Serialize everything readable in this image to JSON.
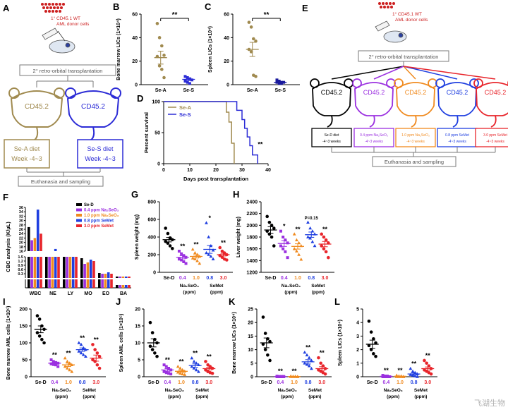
{
  "colors": {
    "seA": "#a08a4f",
    "seS": "#2c2cd6",
    "navy": "#1a1a9c",
    "seD": "#000000",
    "na04": "#9b30e0",
    "na10": "#f08a1e",
    "semet08": "#1f3fe0",
    "semet30": "#e8252b",
    "donor": "#cc1f1f",
    "gray": "#7a7a7a"
  },
  "watermark": "飞湖生物",
  "panelA": {
    "letter": "A",
    "donor_title": "1° CD45.1 WT",
    "donor_sub": "AML donor cells",
    "transplant": "2° retro-orbital transplantation",
    "mouse_left": "CD45.2",
    "mouse_right": "CD45.2",
    "diet_left_1": "Se-A diet",
    "diet_left_2": "Week -4~3",
    "diet_right_1": "Se-S diet",
    "diet_right_2": "Week -4~3",
    "euthanasia": "Euthanasia and sampling"
  },
  "panelE": {
    "letter": "E",
    "donor_title": "1° CD45.1 WT",
    "donor_sub": "AML donor cells",
    "transplant": "2° retro-orbital transplantation",
    "mice": [
      "CD45.2",
      "CD45.2",
      "CD45.2",
      "CD45.2",
      "CD45.2"
    ],
    "boxes": [
      {
        "l1": "Se-D diet",
        "l2": "-4~3 weeks"
      },
      {
        "l1": "0.4 ppm Na₂SeO₃",
        "l2": "-4~3 weeks"
      },
      {
        "l1": "1.0 ppm Na₂SeO₃",
        "l2": "-4~3 weeks"
      },
      {
        "l1": "0.8 ppm SeMet",
        "l2": "-4~3 weeks"
      },
      {
        "l1": "3.0 ppm SeMet",
        "l2": "-4~3 weeks"
      }
    ],
    "euthanasia": "Euthanasia and sampling"
  },
  "chart_data": [
    {
      "panel": "B",
      "type": "scatter",
      "ylabel": "Bone marrow LICs (1×10⁴)",
      "yticks": [
        0,
        20,
        40,
        60
      ],
      "ylim": [
        0,
        60
      ],
      "categories": [
        "Se-A",
        "Se-S"
      ],
      "sig": "**",
      "series": [
        {
          "name": "Se-A",
          "values": [
            52,
            40,
            33,
            25,
            24,
            16,
            13,
            6
          ],
          "mean": 23,
          "sem": 5.5
        },
        {
          "name": "Se-S",
          "values": [
            7,
            6,
            5,
            4,
            3,
            2,
            1
          ],
          "mean": 4.5,
          "sem": 1
        }
      ]
    },
    {
      "panel": "C",
      "type": "scatter",
      "ylabel": "Spleen LICs (1×10⁴)",
      "yticks": [
        0,
        20,
        40,
        60
      ],
      "ylim": [
        0,
        60
      ],
      "categories": [
        "Se-A",
        "Se-S"
      ],
      "sig": "**",
      "series": [
        {
          "name": "Se-A",
          "values": [
            53,
            49,
            39,
            37,
            30,
            28,
            8,
            7
          ],
          "mean": 30,
          "sem": 6
        },
        {
          "name": "Se-S",
          "values": [
            4,
            3,
            2,
            2,
            2,
            1,
            1
          ],
          "mean": 2,
          "sem": 0.5
        }
      ]
    },
    {
      "panel": "D",
      "type": "line",
      "xlabel": "Days post transplantation",
      "ylabel": "Percent survival",
      "xticks": [
        0,
        10,
        20,
        30,
        40
      ],
      "yticks": [
        0,
        50,
        100
      ],
      "xlim": [
        0,
        40
      ],
      "ylim": [
        0,
        100
      ],
      "sig": "**",
      "series": [
        {
          "name": "Se-A",
          "points": [
            [
              0,
              100
            ],
            [
              24,
              100
            ],
            [
              24,
              83
            ],
            [
              25,
              83
            ],
            [
              25,
              67
            ],
            [
              26,
              67
            ],
            [
              26,
              33
            ],
            [
              27,
              33
            ],
            [
              27,
              0
            ]
          ]
        },
        {
          "name": "Se-S",
          "points": [
            [
              0,
              100
            ],
            [
              28,
              100
            ],
            [
              28,
              86
            ],
            [
              30,
              86
            ],
            [
              30,
              71
            ],
            [
              31,
              71
            ],
            [
              31,
              57
            ],
            [
              32,
              57
            ],
            [
              32,
              43
            ],
            [
              33,
              43
            ],
            [
              33,
              29
            ],
            [
              34,
              29
            ],
            [
              34,
              14
            ],
            [
              36,
              14
            ],
            [
              36,
              0
            ]
          ]
        }
      ]
    },
    {
      "panel": "F",
      "type": "bar",
      "ylabel": "CBC analysis (K/µL)",
      "categories": [
        "WBC",
        "NE",
        "LY",
        "MO",
        "EO",
        "BA"
      ],
      "legend": [
        "Se-D",
        "0.4 ppm Na₂SeO₃",
        "1.0 ppm Na₂SeO₃",
        "0.8 ppm SeMet",
        "3.0 ppm SeMet"
      ],
      "yticks_top": [
        16,
        18,
        20,
        22,
        24,
        26,
        28,
        30,
        32,
        34,
        36
      ],
      "yticks_mid": [
        0.3,
        0.6,
        0.9,
        1.2,
        1.5
      ],
      "series": [
        {
          "name": "Se-D",
          "values": [
            27,
            14,
            11,
            1.4,
            0.35,
            0.1
          ]
        },
        {
          "name": "0.4 ppm Na₂SeO₃",
          "values": [
            21,
            12,
            10,
            1.0,
            0.3,
            0.1
          ]
        },
        {
          "name": "1.0 ppm Na₂SeO₃",
          "values": [
            22,
            13,
            9,
            1.1,
            0.3,
            0.1
          ]
        },
        {
          "name": "0.8 ppm SeMet",
          "values": [
            35,
            17,
            13,
            1.3,
            0.4,
            0.1
          ]
        },
        {
          "name": "3.0 ppm SeMet",
          "values": [
            24,
            15,
            10,
            1.2,
            0.3,
            0.1
          ]
        }
      ]
    },
    {
      "panel": "G",
      "type": "scatter",
      "ylabel": "Spleen weight (mg)",
      "yticks": [
        0,
        200,
        400,
        600,
        800
      ],
      "ylim": [
        0,
        800
      ],
      "categories": [
        "Se-D",
        "0.4",
        "1.0",
        "0.8",
        "3.0"
      ],
      "groups": [
        "Na₂SeO₃\n(ppm)",
        "SeMet\n(ppm)"
      ],
      "sigs": [
        "",
        "**",
        "**",
        "*",
        "**"
      ],
      "series": [
        {
          "name": "Se-D",
          "values": [
            500,
            440,
            390,
            370,
            350,
            330,
            300,
            270
          ],
          "mean": 370,
          "sem": 25
        },
        {
          "name": "0.4",
          "values": [
            240,
            210,
            190,
            170,
            150,
            140,
            120,
            100
          ],
          "mean": 170,
          "sem": 18
        },
        {
          "name": "1.0",
          "values": [
            260,
            220,
            200,
            180,
            160,
            150,
            130,
            100
          ],
          "mean": 180,
          "sem": 18
        },
        {
          "name": "0.8",
          "values": [
            560,
            400,
            300,
            250,
            220,
            200,
            180,
            150
          ],
          "mean": 260,
          "sem": 45
        },
        {
          "name": "3.0",
          "values": [
            280,
            240,
            220,
            200,
            190,
            170,
            150,
            140
          ],
          "mean": 200,
          "sem": 15
        }
      ]
    },
    {
      "panel": "H",
      "type": "scatter",
      "ylabel": "Liver weight (mg)",
      "yticks": [
        1200,
        1400,
        1600,
        1800,
        2000,
        2200,
        2400
      ],
      "ylim": [
        1200,
        2400
      ],
      "categories": [
        "Se-D",
        "0.4",
        "1.0",
        "0.8",
        "3.0"
      ],
      "groups": [
        "Na₂SeO₃\n(ppm)",
        "SeMet\n(ppm)"
      ],
      "sigs": [
        "",
        "*",
        "**",
        "P=0.15",
        "**"
      ],
      "series": [
        {
          "name": "Se-D",
          "values": [
            2150,
            2050,
            2000,
            1950,
            1900,
            1850,
            1800,
            1650
          ],
          "mean": 1920,
          "sem": 55
        },
        {
          "name": "0.4",
          "values": [
            1900,
            1800,
            1750,
            1700,
            1650,
            1600,
            1550,
            1450
          ],
          "mean": 1690,
          "sem": 50
        },
        {
          "name": "1.0",
          "values": [
            1850,
            1750,
            1700,
            1650,
            1600,
            1560,
            1500,
            1420
          ],
          "mean": 1640,
          "sem": 45
        },
        {
          "name": "0.8",
          "values": [
            2050,
            1950,
            1900,
            1850,
            1800,
            1780,
            1720,
            1650
          ],
          "mean": 1840,
          "sem": 45
        },
        {
          "name": "3.0",
          "values": [
            1850,
            1800,
            1750,
            1700,
            1650,
            1600,
            1550,
            1450
          ],
          "mean": 1680,
          "sem": 45
        }
      ]
    },
    {
      "panel": "I",
      "type": "scatter",
      "ylabel": "Bone marrow AML cells (1×10⁶)",
      "yticks": [
        0,
        50,
        100,
        150,
        200
      ],
      "ylim": [
        0,
        200
      ],
      "categories": [
        "Se-D",
        "0.4",
        "1.0",
        "0.8",
        "3.0"
      ],
      "groups": [
        "Na₂SeO₃\n(ppm)",
        "SeMet\n(ppm)"
      ],
      "sigs": [
        "",
        "**",
        "**",
        "**",
        "**"
      ],
      "series": [
        {
          "name": "Se-D",
          "values": [
            180,
            170,
            150,
            140,
            130,
            120,
            110,
            100
          ],
          "mean": 140,
          "sem": 10
        },
        {
          "name": "0.4",
          "values": [
            50,
            45,
            42,
            40,
            38,
            36,
            35,
            30
          ],
          "mean": 40,
          "sem": 3
        },
        {
          "name": "1.0",
          "values": [
            55,
            45,
            40,
            35,
            30,
            25,
            20,
            15
          ],
          "mean": 35,
          "sem": 5
        },
        {
          "name": "0.8",
          "values": [
            100,
            95,
            85,
            80,
            75,
            70,
            65,
            60
          ],
          "mean": 80,
          "sem": 5
        },
        {
          "name": "3.0",
          "values": [
            95,
            80,
            70,
            60,
            50,
            45,
            35,
            25
          ],
          "mean": 55,
          "sem": 9
        }
      ]
    },
    {
      "panel": "J",
      "type": "scatter",
      "ylabel": "Spleen AML cells (1×10⁶)",
      "yticks": [
        0,
        5,
        10,
        15,
        20
      ],
      "ylim": [
        0,
        20
      ],
      "categories": [
        "Se-D",
        "0.4",
        "1.0",
        "0.8",
        "3.0"
      ],
      "groups": [
        "Na₂SeO₃\n(ppm)",
        "SeMet\n(ppm)"
      ],
      "sigs": [
        "",
        "**",
        "**",
        "**",
        "**"
      ],
      "series": [
        {
          "name": "Se-D",
          "values": [
            16,
            13,
            11,
            10,
            9,
            8,
            7,
            6
          ],
          "mean": 10,
          "sem": 1.2
        },
        {
          "name": "0.4",
          "values": [
            3.5,
            3,
            2.5,
            2,
            1.5,
            1.2,
            1,
            0.8
          ],
          "mean": 2,
          "sem": 0.4
        },
        {
          "name": "1.0",
          "values": [
            3,
            2.5,
            2,
            1.6,
            1.3,
            1,
            0.8,
            0.6
          ],
          "mean": 1.6,
          "sem": 0.3
        },
        {
          "name": "0.8",
          "values": [
            5.5,
            4.5,
            4,
            3.5,
            3,
            2.5,
            2,
            1.5
          ],
          "mean": 3.3,
          "sem": 0.5
        },
        {
          "name": "3.0",
          "values": [
            4.5,
            3.5,
            3,
            2.5,
            2,
            1.5,
            1.2,
            1
          ],
          "mean": 2.4,
          "sem": 0.4
        }
      ]
    },
    {
      "panel": "K",
      "type": "scatter",
      "ylabel": "Bone marrow LICs (1×10⁴)",
      "yticks": [
        0,
        5,
        10,
        15,
        20,
        25
      ],
      "ylim": [
        0,
        25
      ],
      "categories": [
        "Se-D",
        "0.4",
        "1.0",
        "0.8",
        "3.0"
      ],
      "groups": [
        "Na₂SeO₃\n(ppm)",
        "SeMet\n(ppm)"
      ],
      "sigs": [
        "",
        "**",
        "**",
        "**",
        "**"
      ],
      "series": [
        {
          "name": "Se-D",
          "values": [
            22,
            16,
            14,
            13,
            12,
            10,
            8,
            6
          ],
          "mean": 12.5,
          "sem": 1.8
        },
        {
          "name": "0.4",
          "values": [
            0.2,
            0.1,
            0.1,
            0.1,
            0,
            0,
            0,
            0
          ],
          "mean": 0.1,
          "sem": 0.05
        },
        {
          "name": "1.0",
          "values": [
            0.2,
            0.1,
            0.1,
            0,
            0,
            0,
            0,
            0
          ],
          "mean": 0.1,
          "sem": 0.05
        },
        {
          "name": "0.8",
          "values": [
            9,
            8,
            7,
            6,
            5,
            4.5,
            4,
            3
          ],
          "mean": 5.5,
          "sem": 0.8
        },
        {
          "name": "3.0",
          "values": [
            7,
            5,
            4,
            3,
            2.5,
            2,
            1.5,
            1
          ],
          "mean": 3,
          "sem": 0.7
        }
      ]
    },
    {
      "panel": "L",
      "type": "scatter",
      "ylabel": "Spleen LICs (1×10⁴)",
      "yticks": [
        0,
        1,
        2,
        3,
        4,
        5
      ],
      "ylim": [
        0,
        5
      ],
      "categories": [
        "Se-D",
        "0.4",
        "1.0",
        "0.8",
        "3.0"
      ],
      "groups": [
        "Na₂SeO₃\n(ppm)",
        "SeMet\n(ppm)"
      ],
      "sigs": [
        "",
        "**",
        "**",
        "**",
        "**"
      ],
      "series": [
        {
          "name": "Se-D",
          "values": [
            4.1,
            3.3,
            2.8,
            2.5,
            2.3,
            2,
            1.7,
            1.5
          ],
          "mean": 2.4,
          "sem": 0.3
        },
        {
          "name": "0.4",
          "values": [
            0.1,
            0.05,
            0.05,
            0,
            0,
            0,
            0,
            0
          ],
          "mean": 0.03,
          "sem": 0.01
        },
        {
          "name": "1.0",
          "values": [
            0.1,
            0.05,
            0.05,
            0,
            0,
            0,
            0,
            0
          ],
          "mean": 0.03,
          "sem": 0.01
        },
        {
          "name": "0.8",
          "values": [
            0.6,
            0.4,
            0.3,
            0.2,
            0.15,
            0.1,
            0.05,
            0
          ],
          "mean": 0.2,
          "sem": 0.08
        },
        {
          "name": "3.0",
          "values": [
            1.2,
            1,
            0.8,
            0.6,
            0.5,
            0.4,
            0.3,
            0.2
          ],
          "mean": 0.6,
          "sem": 0.12
        }
      ]
    }
  ]
}
